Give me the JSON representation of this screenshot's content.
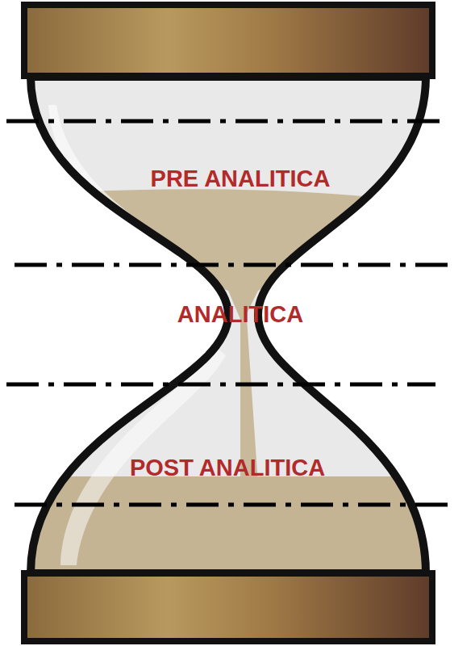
{
  "diagram": {
    "labels": [
      "PRE ANALITICA",
      "ANALITICA",
      "POST ANALITICA"
    ]
  }
}
